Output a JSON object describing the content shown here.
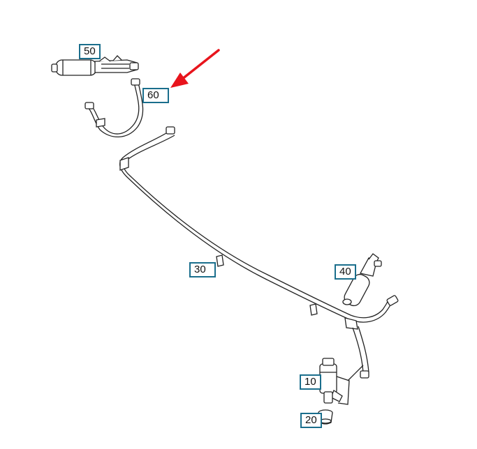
{
  "diagram": {
    "callouts": [
      {
        "id": "50",
        "label": "50"
      },
      {
        "id": "60",
        "label": "60"
      },
      {
        "id": "30",
        "label": "30"
      },
      {
        "id": "40",
        "label": "40"
      },
      {
        "id": "10",
        "label": "10"
      },
      {
        "id": "20",
        "label": "20"
      }
    ],
    "highlighted_callout": "60",
    "colors": {
      "callout_border": "#1a6e8c",
      "arrow": "#e8141c",
      "line": "#222222"
    }
  }
}
